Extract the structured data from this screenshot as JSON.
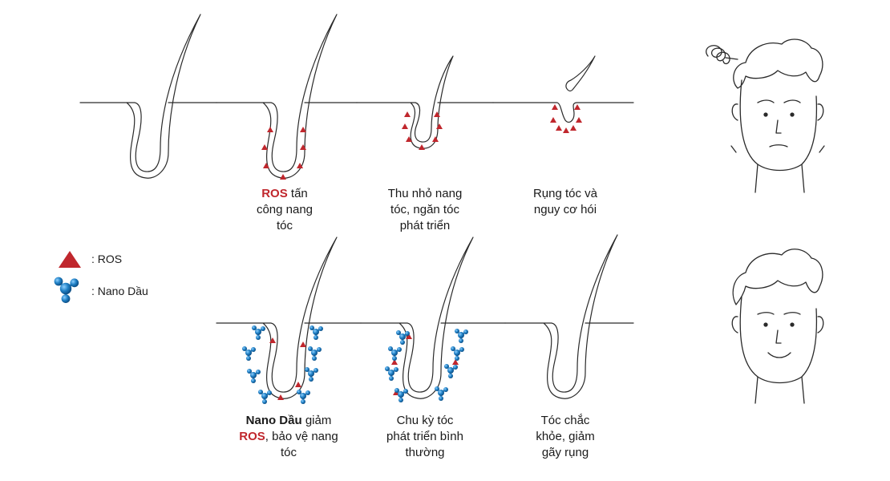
{
  "legend": {
    "ros_label": ": ROS",
    "nano_label": ": Nano Dầu"
  },
  "colors": {
    "ros": "#c0272d",
    "nano": "#1f7fc4",
    "line": "#2a2a2a"
  },
  "top_row": {
    "stage1": {
      "highlight": "ROS",
      "line1_rest": " tấn",
      "line2": "công nang",
      "line3": "tóc"
    },
    "stage2": {
      "line1": "Thu nhỏ nang",
      "line2": "tóc, ngăn tóc",
      "line3": "phát triển"
    },
    "stage3": {
      "line1": "Rụng tóc và",
      "line2": "nguy cơ hói"
    }
  },
  "bottom_row": {
    "stage1": {
      "bold": "Nano Dầu",
      "line1_rest": " giảm",
      "highlight": "ROS",
      "line2_rest": ", bảo vệ nang",
      "line3": "tóc"
    },
    "stage2": {
      "line1": "Chu kỳ tóc",
      "line2": "phát triển bình",
      "line3": "thường"
    },
    "stage3": {
      "line1": "Tóc chắc",
      "line2": "khỏe, giảm",
      "line3": "gãy rụng"
    }
  },
  "icons": {
    "ros": "ros-triangle-icon",
    "nano": "nano-molecule-icon",
    "worried_face": "worried-man-illustration",
    "happy_face": "happy-man-illustration"
  }
}
